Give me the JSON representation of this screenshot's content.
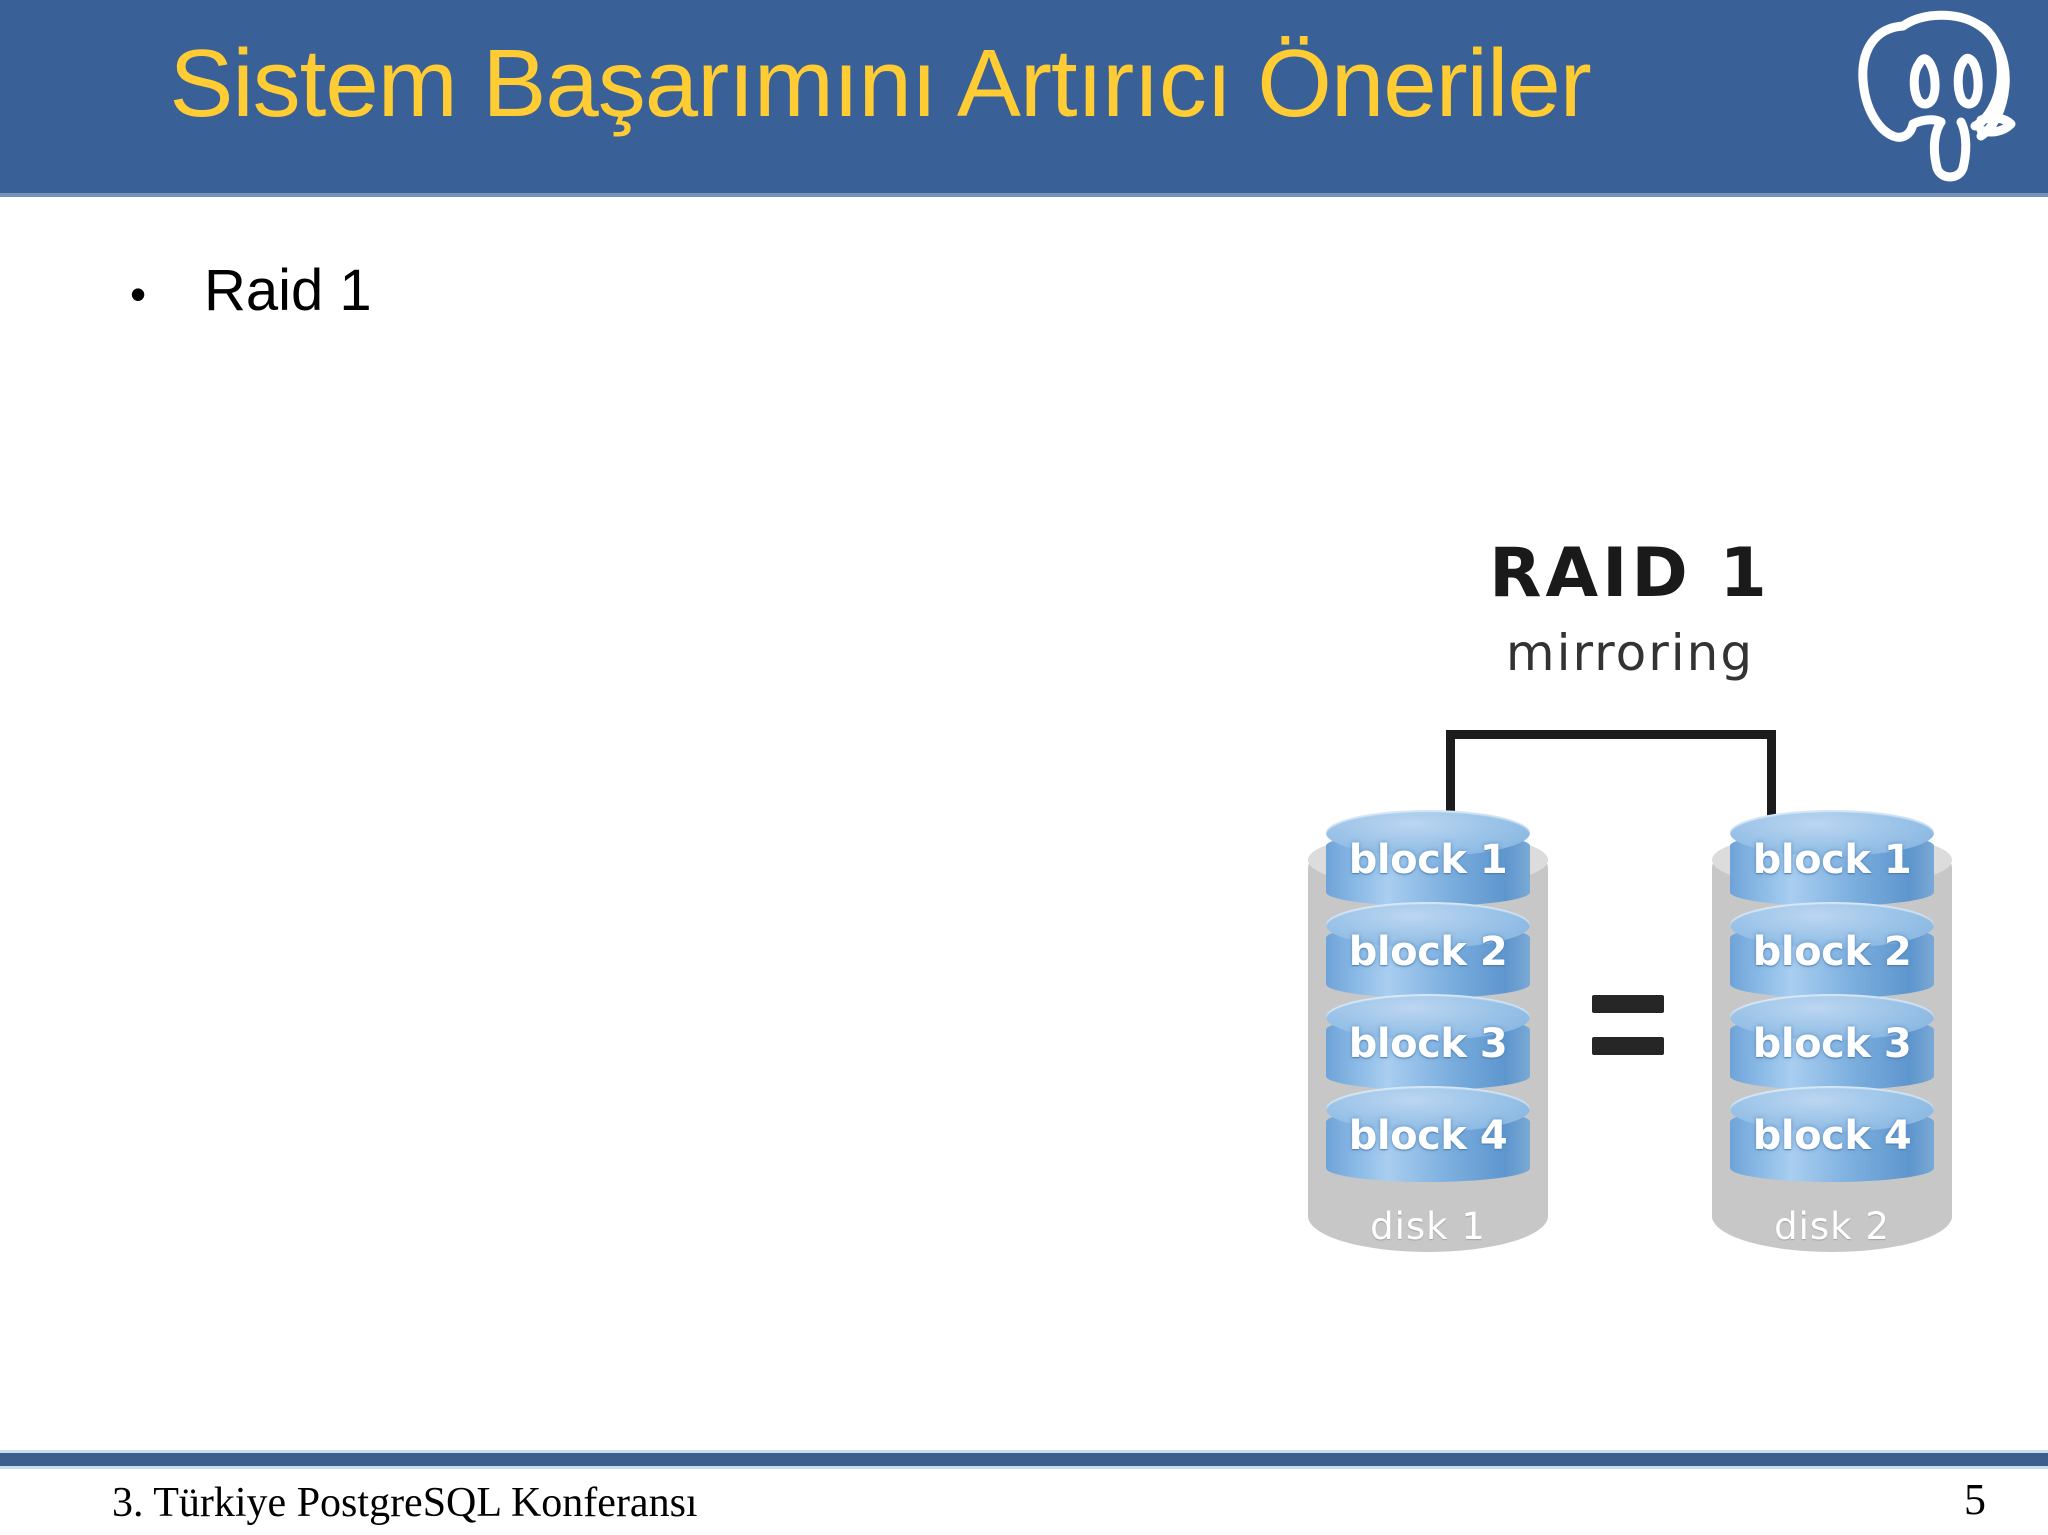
{
  "slide": {
    "title": "Sistem Başarımını Artırıcı Öneriler",
    "logo_icon": "postgresql-elephant-icon",
    "header_color": "#3A6098",
    "title_color": "#FFCC33"
  },
  "content": {
    "bullets": [
      {
        "marker": "•",
        "text": "Raid 1"
      }
    ]
  },
  "figure": {
    "heading": "RAID 1",
    "subheading": "mirroring",
    "equals_symbol": "=",
    "disks": [
      {
        "name": "disk 1",
        "blocks": [
          "block 1",
          "block 2",
          "block 3",
          "block 4"
        ]
      },
      {
        "name": "disk 2",
        "blocks": [
          "block 1",
          "block 2",
          "block 3",
          "block 4"
        ]
      }
    ]
  },
  "footer": {
    "conference": "3. Türkiye PostgreSQL Konferansı",
    "page_number": "5",
    "rule_color": "#3D5E8C"
  }
}
